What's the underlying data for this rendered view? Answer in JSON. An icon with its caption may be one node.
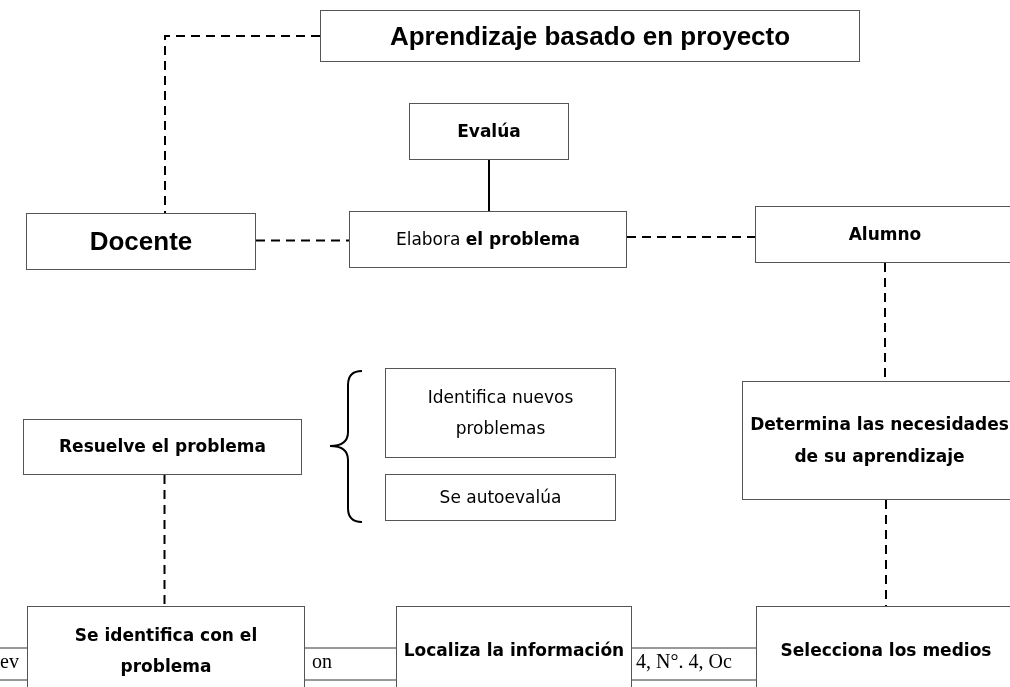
{
  "diagram": {
    "nodes": [
      {
        "text": [
          "Aprendizaje basado en proyecto"
        ]
      },
      {
        "text": [
          "Evalúa"
        ]
      },
      {
        "text": [
          "Docente"
        ]
      },
      {
        "text": [
          "Elabora **el problema**"
        ]
      },
      {
        "text": [
          "Alumno"
        ]
      },
      {
        "text": [
          "Identifica nuevos problemas"
        ]
      },
      {
        "text": [
          "Resuelve el problema"
        ]
      },
      {
        "text": [
          "Determina las necesidades de su aprendizaje"
        ]
      },
      {
        "text": [
          "Se autoevalúa"
        ]
      },
      {
        "text": [
          "Se identifica con el problema"
        ]
      },
      {
        "text": [
          "Localiza la información"
        ]
      },
      {
        "text": [
          "Selecciona los medios"
        ]
      }
    ],
    "edges": [
      {
        "from": 0,
        "to": 2,
        "arrow": "none",
        "style": "dashed"
      },
      {
        "from": 1,
        "to": 3,
        "arrow": "none"
      },
      {
        "from": 2,
        "to": 3,
        "arrow": "none",
        "style": "dashed"
      },
      {
        "from": 3,
        "to": 4,
        "arrow": "none",
        "style": "dashed"
      },
      {
        "from": 4,
        "to": 7,
        "arrow": "none",
        "style": "dashed"
      },
      {
        "from": 6,
        "to": 9,
        "arrow": "none",
        "style": "dashed"
      },
      {
        "from": 7,
        "to": 11,
        "arrow": "none",
        "style": "dashed"
      }
    ],
    "labels": [
      "ev",
      "on",
      "4, N°. 4, Oc"
    ]
  }
}
